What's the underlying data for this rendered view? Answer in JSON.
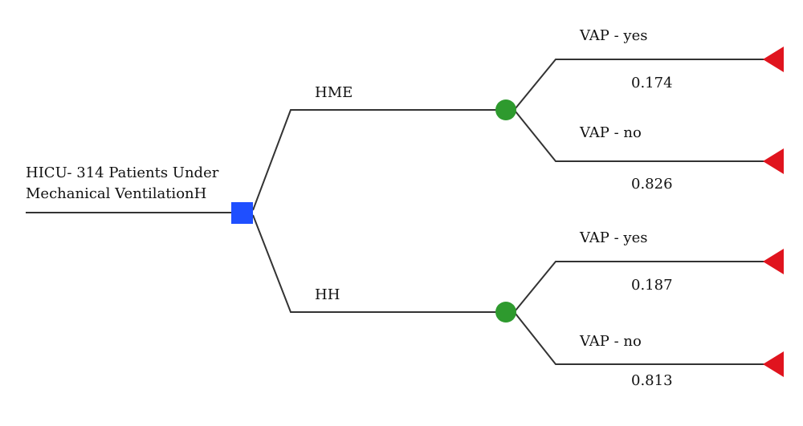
{
  "root": {
    "label_line1": "HICU- 314 Patients Under",
    "label_line2": "Mechanical VentilationH"
  },
  "branches": [
    {
      "label": "HME",
      "outcomes": [
        {
          "label": "VAP - yes",
          "probability": "0.174"
        },
        {
          "label": "VAP - no",
          "probability": "0.826"
        }
      ]
    },
    {
      "label": "HH",
      "outcomes": [
        {
          "label": "VAP - yes",
          "probability": "0.187"
        },
        {
          "label": "VAP - no",
          "probability": "0.813"
        }
      ]
    }
  ],
  "colors": {
    "decision_node": "#1f4fff",
    "chance_node": "#2e9a2e",
    "terminal_node": "#e0141e",
    "edge": "#333333"
  }
}
